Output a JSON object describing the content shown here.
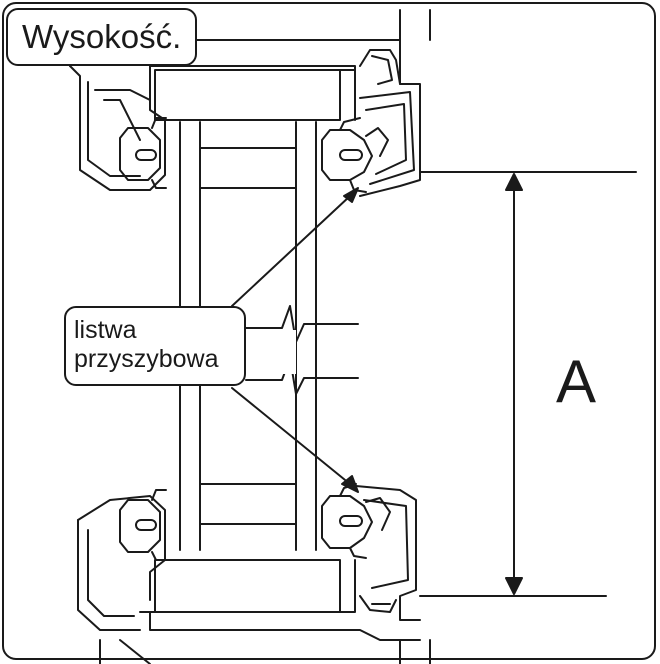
{
  "title": "Wysokość.",
  "callout": {
    "line1": "listwa",
    "line2": "przyszybowa"
  },
  "dimension_label": "A",
  "colors": {
    "stroke": "#1a1a1a",
    "fill": "#ffffff"
  }
}
